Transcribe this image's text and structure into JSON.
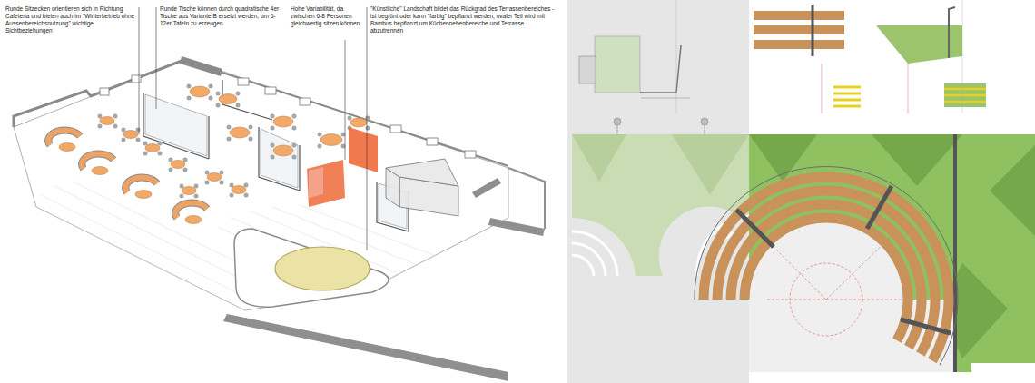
{
  "diagram": {
    "labels": [
      "Runde Sitzecken orientieren sich in Richtung Cafeteria und bieten auch im \"Winterbetrieb ohne Aussenbereichsnutzung\" wichtige Sichtbeziehungen",
      "Runde Tische können durch quadratische 4er Tische aus Variante B ersetzt werden, um 6-12er Tafeln zu erzeugen",
      "Hohe Variabilität, da zwischen 6-8 Personen gleichwertig sitzen können",
      "\"Künstliche\" Landschaft bildet das Rückgrad des Terrassenbereiches - ist begrünt oder kann \"farbig\" bepflanzt werden, ovaler Teil wird mit Bambus bepflanzt um Küchennebenbereiche und Terrasse abzutrennen"
    ]
  }
}
